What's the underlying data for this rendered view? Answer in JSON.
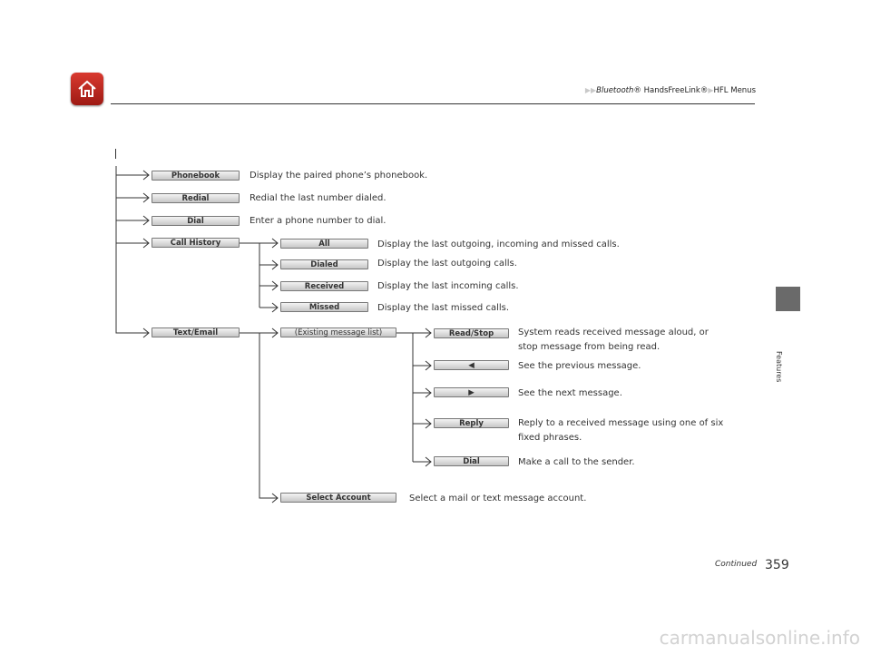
{
  "header": {
    "breadcrumb_part1": "Bluetooth",
    "breadcrumb_part2": "® HandsFreeLink®",
    "breadcrumb_part3": "HFL Menus"
  },
  "side_tab": {
    "label": "Features"
  },
  "menu": {
    "phonebook": {
      "label": "Phonebook",
      "desc": "Display the paired phone’s phonebook."
    },
    "redial": {
      "label": "Redial",
      "desc": "Redial the last number dialed."
    },
    "dial": {
      "label": "Dial",
      "desc": "Enter a phone number to dial."
    },
    "call_history": {
      "label": "Call History",
      "all": {
        "label": "All",
        "desc": "Display the last outgoing, incoming and missed calls."
      },
      "dialed": {
        "label": "Dialed",
        "desc": "Display the last outgoing calls."
      },
      "received": {
        "label": "Received",
        "desc": "Display the last incoming calls."
      },
      "missed": {
        "label": "Missed",
        "desc": "Display the last missed calls."
      }
    },
    "text_email": {
      "label": "Text/Email",
      "existing": {
        "label": "(Existing message list)"
      },
      "read_stop": {
        "label": "Read/Stop",
        "desc1": "System reads received message aloud, or",
        "desc2": "stop message from being read."
      },
      "prev": {
        "label": "◀",
        "desc": "See the previous message."
      },
      "next": {
        "label": "▶",
        "desc": "See the next message."
      },
      "reply": {
        "label": "Reply",
        "desc1": "Reply to a received message using one of six",
        "desc2": "fixed phrases."
      },
      "msg_dial": {
        "label": "Dial",
        "desc": "Make a call to the sender."
      },
      "select_account": {
        "label": "Select Account",
        "desc": "Select a mail or text message account."
      }
    }
  },
  "footer": {
    "continued": "Continued",
    "page_number": "359"
  },
  "watermark": {
    "text": "carmanualsonline.info"
  }
}
